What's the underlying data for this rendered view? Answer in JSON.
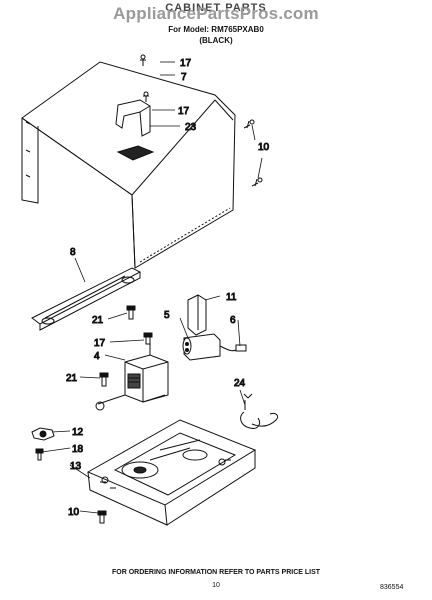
{
  "header": {
    "title": "CABINET PARTS",
    "watermark": "AppliancePartsPros.com",
    "model_line": "For Model: RM765PXAB0",
    "variant": "(BLACK)"
  },
  "callouts": [
    "17",
    "7",
    "17",
    "23",
    "10",
    "8",
    "11",
    "21",
    "5",
    "6",
    "17",
    "4",
    "21",
    "24",
    "12",
    "18",
    "13",
    "10"
  ],
  "footer": {
    "ordering_note": "FOR ORDERING INFORMATION REFER TO PARTS PRICE LIST",
    "page_number": "10",
    "doc_code": "836554"
  }
}
